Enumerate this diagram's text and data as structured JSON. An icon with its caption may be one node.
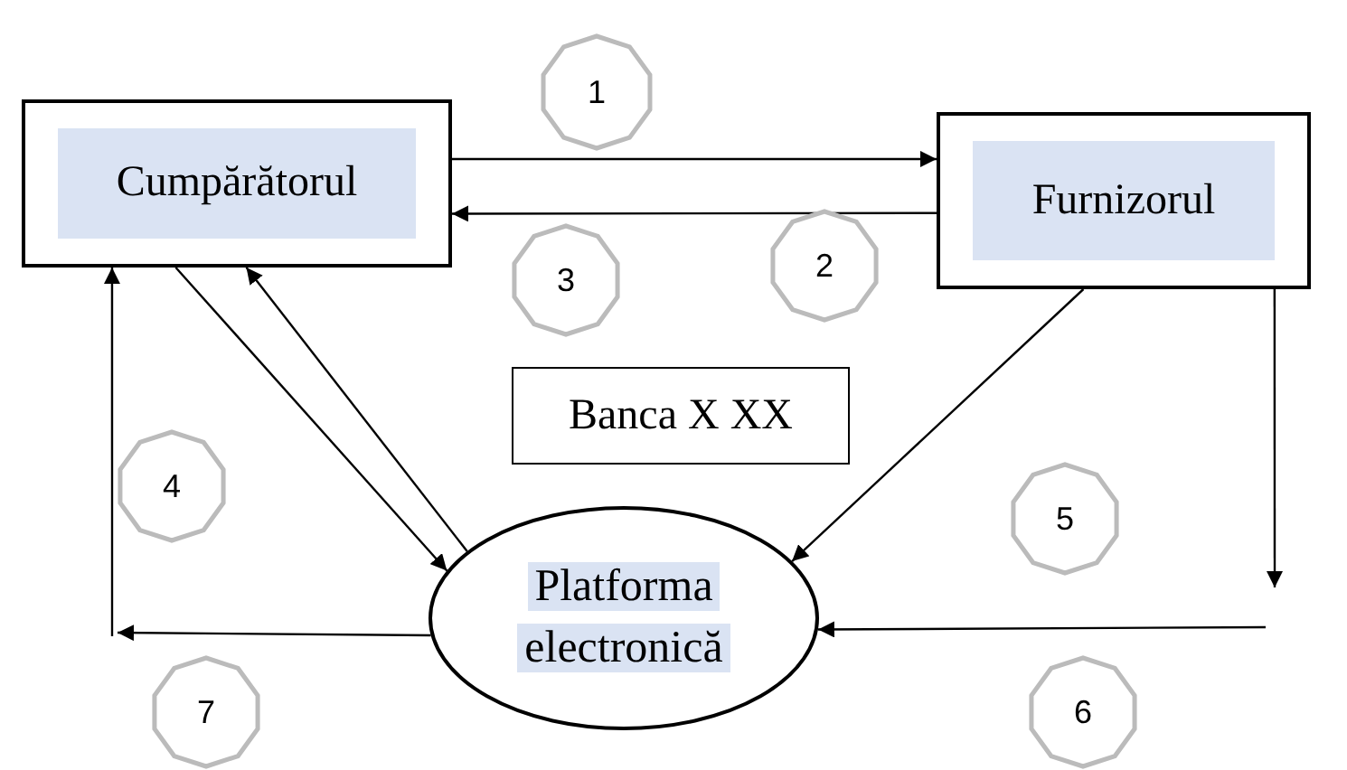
{
  "diagram": {
    "nodes": [
      {
        "text": [
          "Cumpărătorul"
        ]
      },
      {
        "text": [
          "Furnizorul"
        ]
      },
      {
        "text": [
          "Banca X XX"
        ]
      },
      {
        "text": [
          "Platforma electronică"
        ]
      },
      {
        "text": [
          "1"
        ]
      },
      {
        "text": [
          "3"
        ]
      },
      {
        "text": [
          "2"
        ]
      },
      {
        "text": [
          "4"
        ]
      },
      {
        "text": [
          "5"
        ]
      },
      {
        "text": [
          "7"
        ]
      },
      {
        "text": [
          "6"
        ]
      }
    ],
    "edges": [
      {
        "from": 0,
        "to": 1,
        "arrow": "to"
      },
      {
        "from": 1,
        "to": 0,
        "arrow": "to"
      },
      {
        "from": 0,
        "to": 3,
        "arrow": "to"
      },
      {
        "from": 3,
        "to": 0,
        "arrow": "to"
      },
      {
        "from": 1,
        "to": 3,
        "arrow": "to"
      },
      {
        "from": 1,
        "to": null,
        "arrow": "to"
      },
      {
        "from": null,
        "to": 3,
        "arrow": "to"
      },
      {
        "from": 3,
        "to": null,
        "arrow": "to"
      },
      {
        "from": null,
        "to": 0,
        "arrow": "to"
      }
    ]
  }
}
